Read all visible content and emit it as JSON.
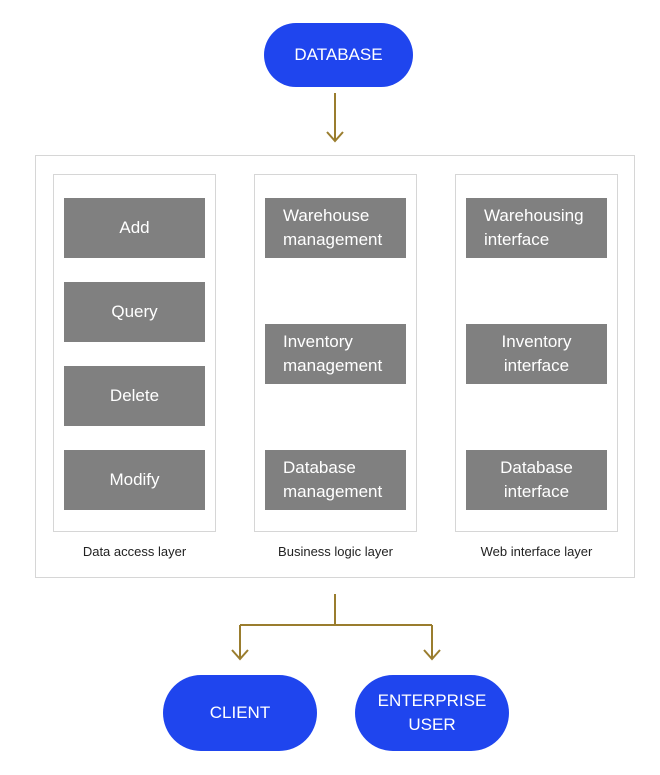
{
  "colors": {
    "pill": "#1f45ee",
    "box": "#808080",
    "arrow": "#9a7d2e",
    "border": "#d6d6d6"
  },
  "database": {
    "label": "DATABASE"
  },
  "layers": [
    {
      "caption": "Data access layer",
      "items": [
        "Add",
        "Query",
        "Delete",
        "Modify"
      ]
    },
    {
      "caption": "Business logic layer",
      "items": [
        "Warehouse\nmanagement",
        "Inventory\nmanagement",
        "Database\nmanagement"
      ]
    },
    {
      "caption": "Web interface layer",
      "items": [
        "Warehousing\ninterface",
        "Inventory\ninterface",
        "Database\ninterface"
      ]
    }
  ],
  "client": {
    "label": "CLIENT"
  },
  "enterprise_user": {
    "label": "ENTERPRISE\nUSER"
  }
}
